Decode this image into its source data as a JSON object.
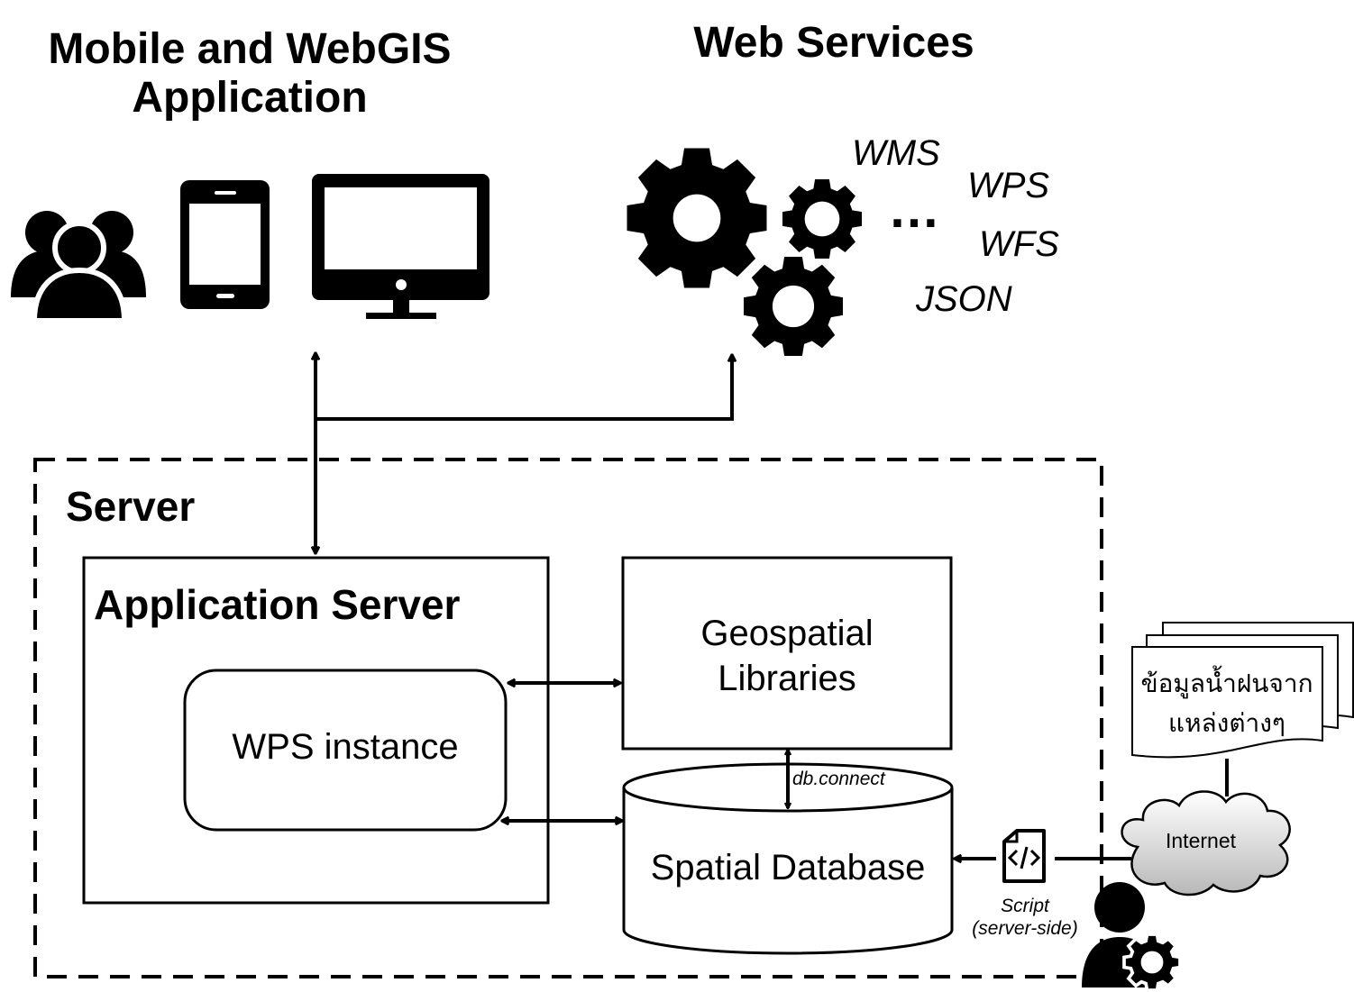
{
  "client": {
    "title_line1": "Mobile and WebGIS",
    "title_line2": "Application",
    "icons": [
      "users-icon",
      "tablet-icon",
      "desktop-monitor-icon"
    ]
  },
  "web_services": {
    "title": "Web Services",
    "icon": "gears-icon",
    "ellipsis": "…",
    "formats": [
      "WMS",
      "WPS",
      "WFS",
      "JSON"
    ]
  },
  "server": {
    "title": "Server",
    "application_server": {
      "title": "Application Server",
      "wps_instance": "WPS instance"
    },
    "geospatial_libraries": {
      "line1": "Geospatial",
      "line2": "Libraries"
    },
    "db_connect": "db.connect",
    "spatial_database": "Spatial Database"
  },
  "script": {
    "icon": "code-file-icon",
    "line1": "Script",
    "line2": "(server-side)"
  },
  "internet": {
    "label": "Internet",
    "icon": "cloud-icon"
  },
  "rainfall_documents": {
    "icon": "documents-icon",
    "line1": "ข้อมูลน้ำฝนจาก",
    "line2": "แหล่งต่างๆ"
  },
  "administrator": {
    "icon": "admin-user-gear-icon"
  }
}
